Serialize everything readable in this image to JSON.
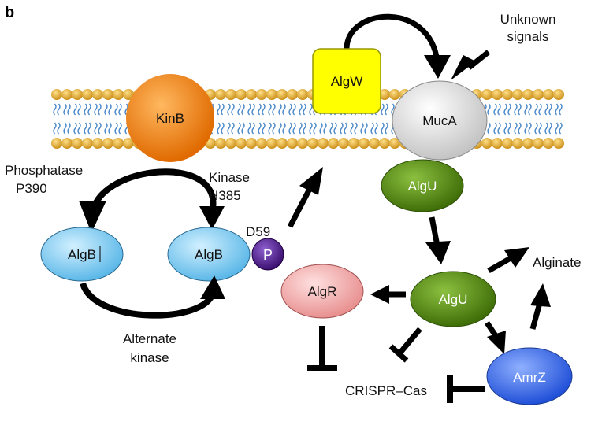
{
  "panel_label": "b",
  "nodes": {
    "kinb": "KinB",
    "algw": "AlgW",
    "muca": "MucA",
    "algu_membrane": "AlgU",
    "algb_left": "AlgB",
    "algb_right": "AlgB",
    "phospho": "P",
    "algr": "AlgR",
    "algu_center": "AlgU",
    "amrz": "AmrZ"
  },
  "labels": {
    "unknown_signals_1": "Unknown",
    "unknown_signals_2": "signals",
    "phosphatase_1": "Phosphatase",
    "phosphatase_2": "P390",
    "kinase_1": "Kinase",
    "kinase_2": "H385",
    "d59": "D59",
    "alternate_1": "Alternate",
    "alternate_2": "kinase",
    "alginate": "Alginate",
    "crispr": "CRISPR–Cas"
  },
  "colors": {
    "kinb": "#f07d0a",
    "algw": "#ffff00",
    "muca": "#dcdcdc",
    "algu": "#5a8a10",
    "algb": "#8fd0f0",
    "phospho": "#5a2a9a",
    "algr": "#f2a6a6",
    "amrz": "#3a6ee8",
    "membrane_head": "#e8b030",
    "membrane_tail": "#4a88c8"
  }
}
